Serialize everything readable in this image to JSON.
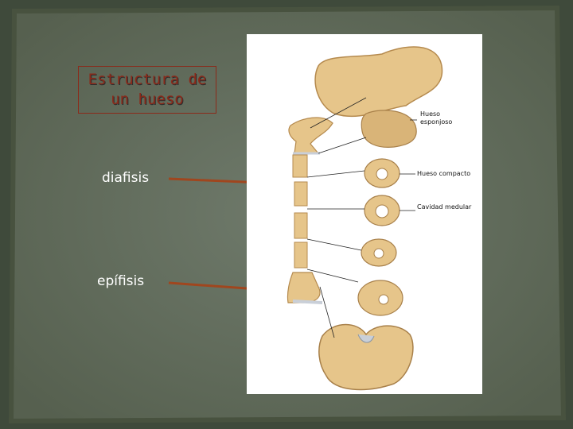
{
  "slide": {
    "title_line1": "Estructura de",
    "title_line2": "un hueso",
    "label_diaphysis": "diafisis",
    "label_epiphysis": "epífisis"
  },
  "figure": {
    "annotations": {
      "spongy_line1": "Hueso",
      "spongy_line2": "esponjoso",
      "compact": "Hueso compacto",
      "medullary": "Cavidad medular"
    }
  },
  "colors": {
    "background": "#5d6657",
    "title_text": "#8b2a1a",
    "arrow": "#a0461e",
    "bone": "#e6c58a"
  }
}
